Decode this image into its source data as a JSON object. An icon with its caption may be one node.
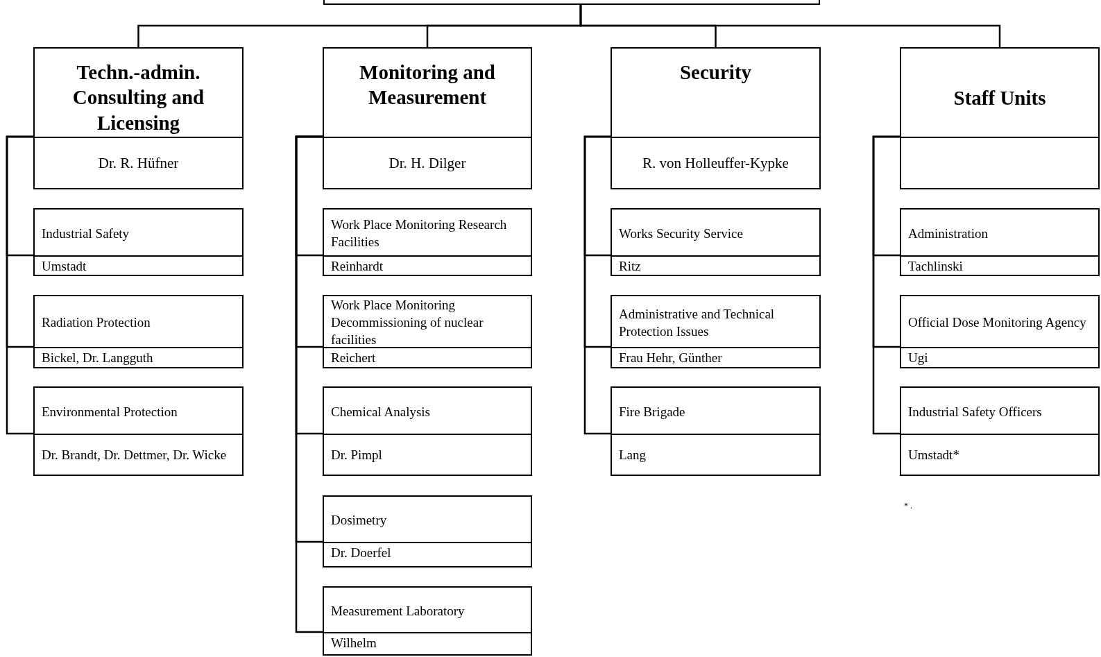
{
  "diagram": {
    "nodes": [
      {
        "text": [],
        "shape": "box"
      },
      {
        "text": [
          "Techn.-admin. Consulting and Licensing",
          "Dr. R. Hüfner"
        ]
      },
      {
        "text": [
          "Industrial Safety",
          "Umstadt"
        ]
      },
      {
        "text": [
          "Radiation Protection",
          "Bickel, Dr. Langguth"
        ]
      },
      {
        "text": [
          "Environmental Protection",
          "Dr. Brandt, Dr. Dettmer, Dr. Wicke"
        ]
      },
      {
        "text": [
          "Monitoring and Measurement",
          "Dr. H. Dilger"
        ]
      },
      {
        "text": [
          "Work Place Monitoring Research Facilities",
          "Reinhardt"
        ]
      },
      {
        "text": [
          "Work Place Monitoring Decommissioning of nuclear facilities",
          "Reichert"
        ]
      },
      {
        "text": [
          "Chemical Analysis",
          "Dr. Pimpl"
        ]
      },
      {
        "text": [
          "Dosimetry",
          "Dr. Doerfel"
        ]
      },
      {
        "text": [
          "Measurement Laboratory",
          "Wilhelm"
        ]
      },
      {
        "text": [
          "Security",
          "R. von Holleuffer-Kypke"
        ]
      },
      {
        "text": [
          "Works Security Service",
          "Ritz"
        ]
      },
      {
        "text": [
          "Administrative and Technical Protection Issues",
          "Frau Hehr, Günther"
        ]
      },
      {
        "text": [
          "Fire Brigade",
          "Lang"
        ]
      },
      {
        "text": [
          "Staff Units"
        ]
      },
      {
        "text": [
          "Administration",
          "Tachlinski"
        ]
      },
      {
        "text": [
          "Official Dose Monitoring Agency",
          "Ugi"
        ]
      },
      {
        "text": [
          "Industrial Safety Officers",
          "Umstadt*"
        ]
      }
    ],
    "edges": [
      {
        "from": 0,
        "to": 1,
        "arrow": "none"
      },
      {
        "from": 0,
        "to": 5,
        "arrow": "none"
      },
      {
        "from": 0,
        "to": 11,
        "arrow": "none"
      },
      {
        "from": 0,
        "to": 15,
        "arrow": "none"
      },
      {
        "from": 1,
        "to": 2,
        "arrow": "none"
      },
      {
        "from": 1,
        "to": 3,
        "arrow": "none"
      },
      {
        "from": 1,
        "to": 4,
        "arrow": "none"
      },
      {
        "from": 5,
        "to": 6,
        "arrow": "none"
      },
      {
        "from": 5,
        "to": 7,
        "arrow": "none"
      },
      {
        "from": 5,
        "to": 8,
        "arrow": "none"
      },
      {
        "from": 5,
        "to": 9,
        "arrow": "none"
      },
      {
        "from": 5,
        "to": 10,
        "arrow": "none"
      },
      {
        "from": 11,
        "to": 12,
        "arrow": "none"
      },
      {
        "from": 11,
        "to": 13,
        "arrow": "none"
      },
      {
        "from": 11,
        "to": 14,
        "arrow": "none"
      },
      {
        "from": 15,
        "to": 16,
        "arrow": "none"
      },
      {
        "from": 15,
        "to": 17,
        "arrow": "none"
      },
      {
        "from": 15,
        "to": 18,
        "arrow": "none"
      }
    ],
    "labels": [
      "* ."
    ]
  }
}
